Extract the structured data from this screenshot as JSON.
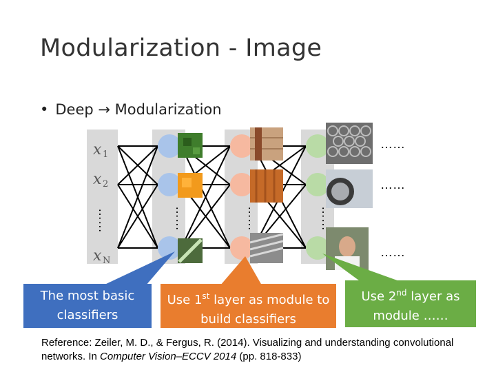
{
  "slide": {
    "title": "Modularization - Image",
    "bullet": "Deep → Modularization"
  },
  "network": {
    "inputs": [
      "x",
      "x",
      "x"
    ],
    "input_subscripts": [
      "1",
      "2",
      "N"
    ],
    "row_ellipsis": "……",
    "col_ellipsis": "……"
  },
  "callouts": {
    "basic": "The most basic classifiers",
    "first_pre": "Use 1",
    "first_sup": "st",
    "first_post": " layer as module to build classifiers",
    "second_pre": "Use 2",
    "second_sup": "nd",
    "second_post": " layer as module ……"
  },
  "reference": {
    "prefix": "Reference: Zeiler, M. D., & Fergus, R. (2014). Visualizing and understanding convolutional networks. In ",
    "venue": "Computer Vision–ECCV 2014",
    "suffix": " (pp. 818-833)"
  },
  "colors": {
    "layer1": "#a9c4ea",
    "layer2": "#f6b9a0",
    "layer3": "#b9dba6",
    "column_bg": "#d9d9d9",
    "callout_blue": "#3f6fbf",
    "callout_orange": "#e97d2e",
    "callout_green": "#6bad45"
  }
}
